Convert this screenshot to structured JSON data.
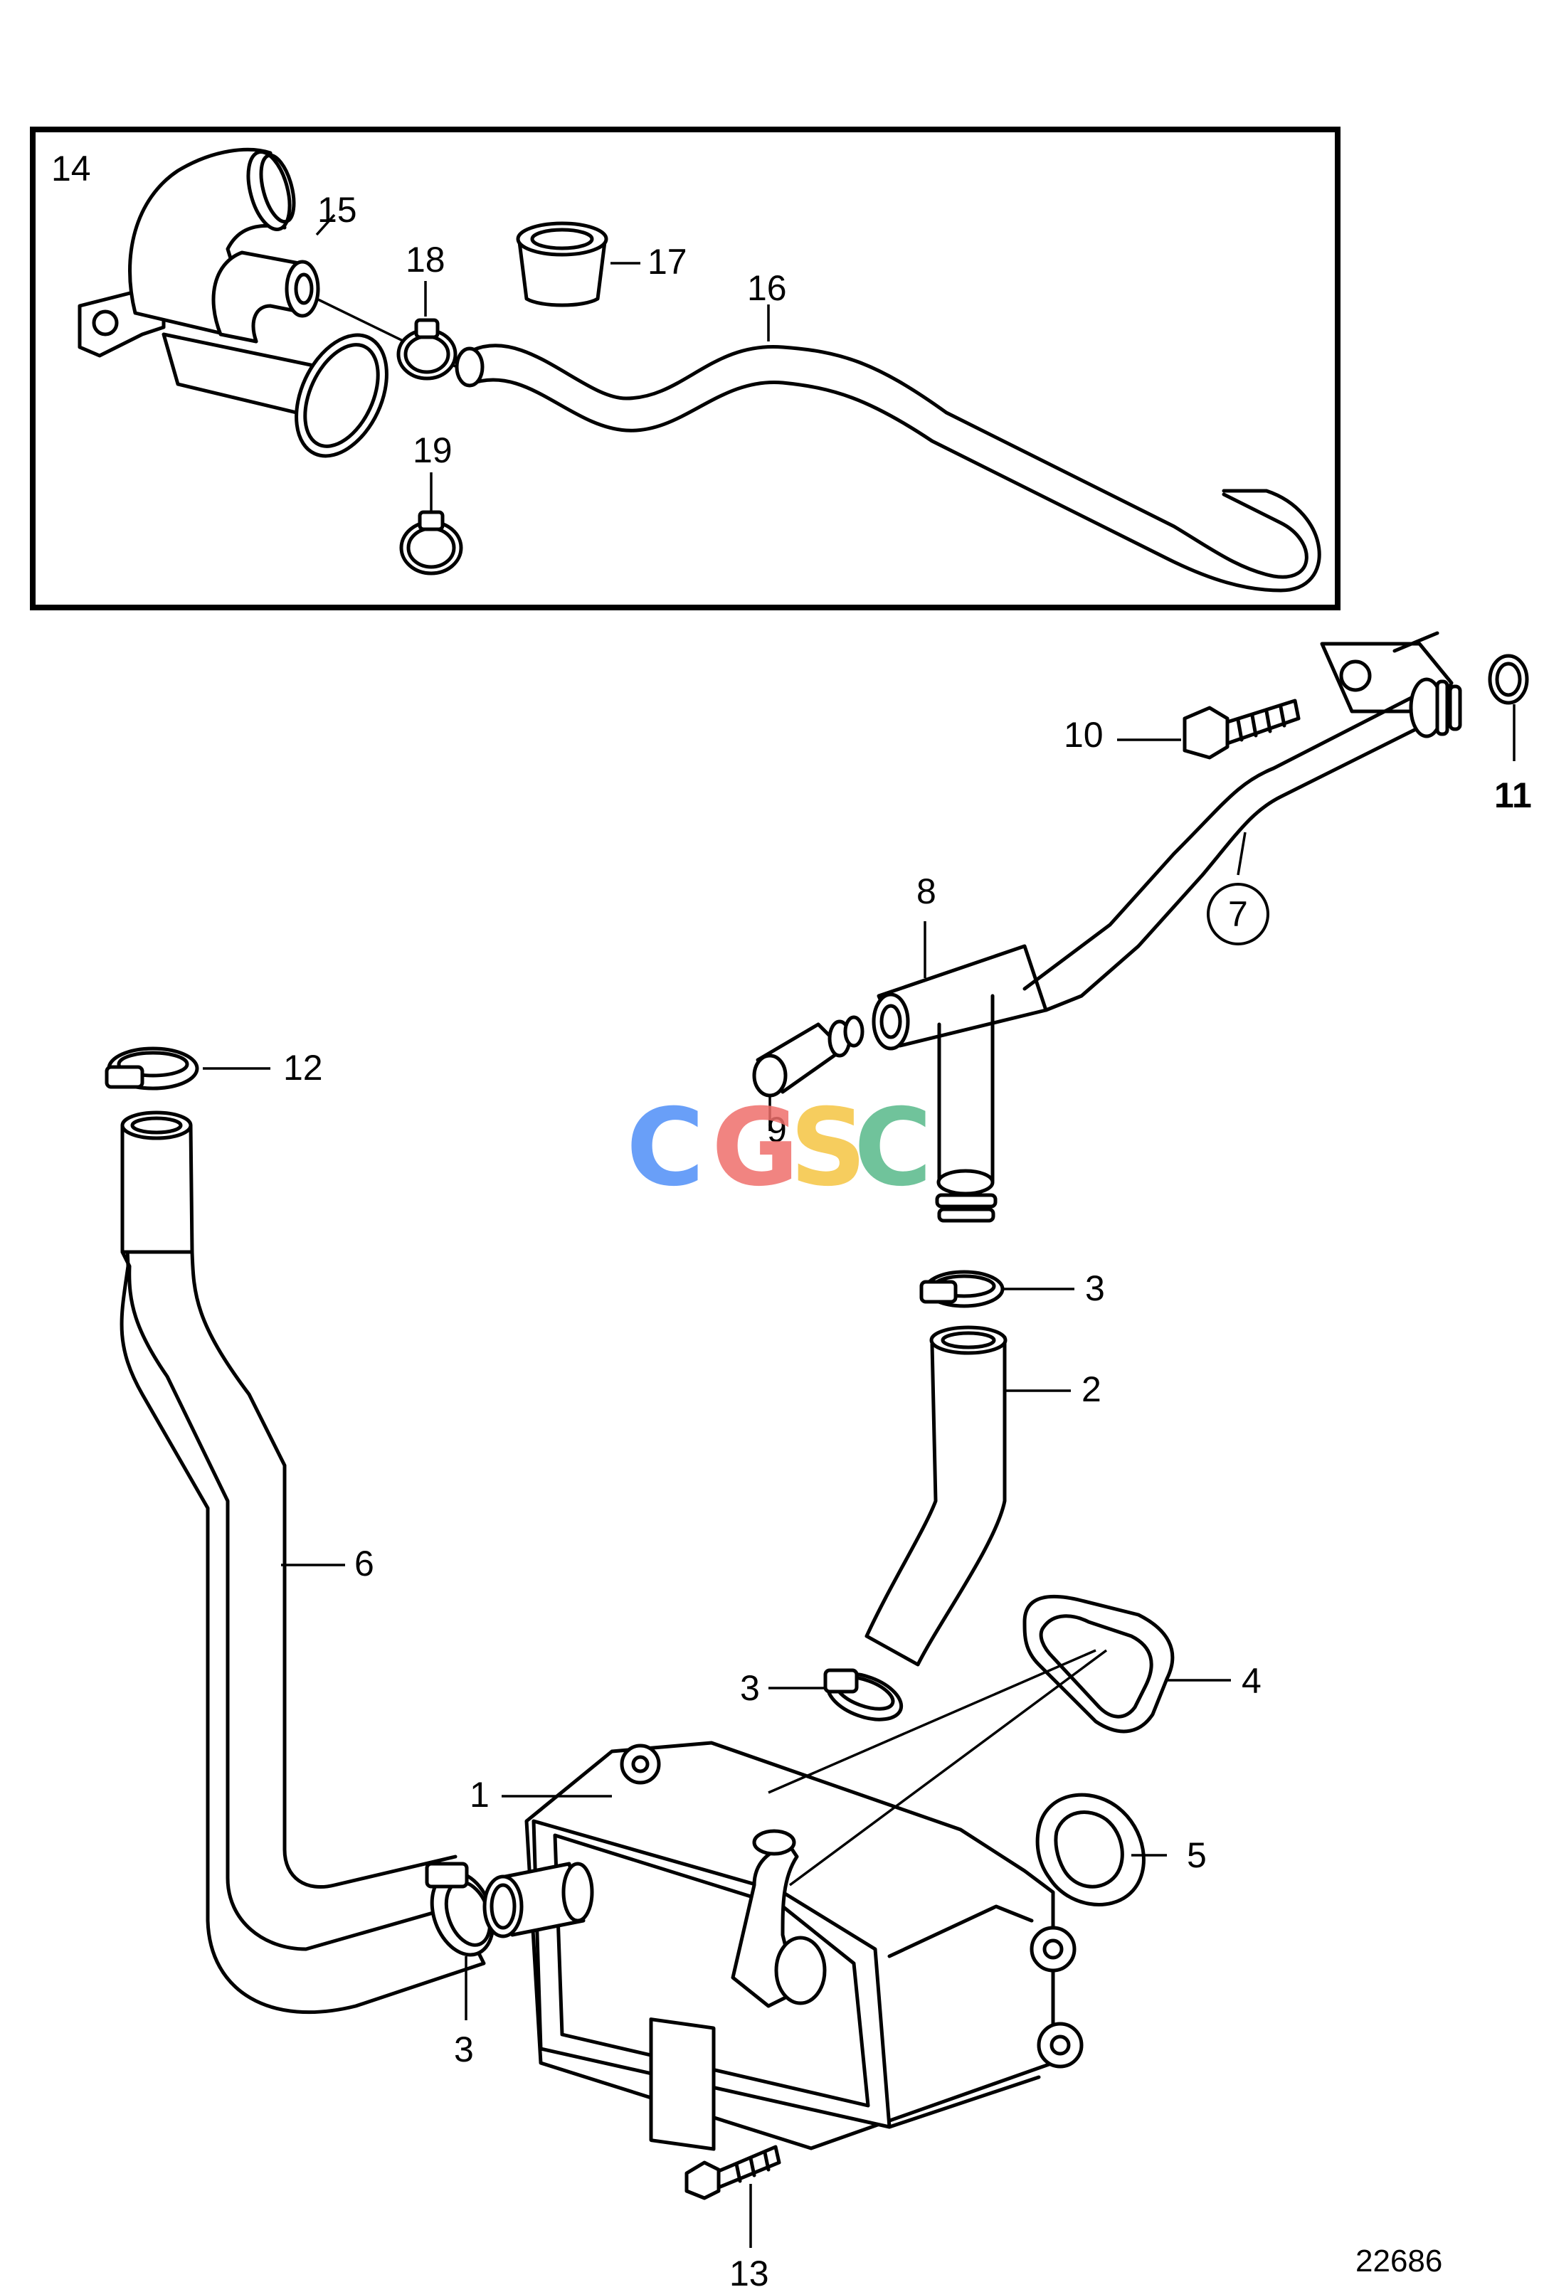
{
  "diagram": {
    "figure_number": "22686",
    "watermark": {
      "text": "CGSC",
      "colors": [
        "#4f8ff7",
        "#ef6f6c",
        "#f5c542",
        "#58b98a"
      ]
    },
    "inset_callouts": [
      "14",
      "15",
      "16",
      "17",
      "18",
      "19"
    ],
    "callouts": {
      "c1": "1",
      "c2": "2",
      "c3a": "3",
      "c3b": "3",
      "c3c": "3",
      "c4": "4",
      "c5": "5",
      "c6": "6",
      "c7": "7",
      "c8": "8",
      "c9": "9",
      "c10": "10",
      "c11": "11",
      "c12": "12",
      "c13": "13",
      "c14": "14",
      "c15": "15",
      "c16": "16",
      "c17": "17",
      "c18": "18",
      "c19": "19"
    }
  }
}
